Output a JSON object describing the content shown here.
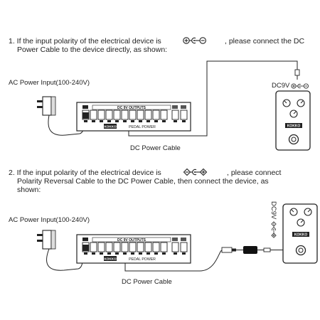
{
  "section1": {
    "line1": "1. If the input polarity of the electrical device is",
    "line1_end": ", please connect the DC",
    "line2": "Power Cable to the device directly, as shown:",
    "ac_label": "AC Power Input(100-240V)",
    "dc_cable_label": "DC Power Cable",
    "pedal_voltage": "DC9V"
  },
  "section2": {
    "line1": "2. If the input polarity of the electrical device is",
    "line1_end": ", please  connect",
    "line2": "Polarity Reversal Cable to the DC Power Cable, then connect the device, as",
    "line3": "shown:",
    "ac_label": "AC Power Input(100-240V)",
    "dc_cable_label": "DC Power Cable",
    "pedal_voltage": "DC9V"
  },
  "power_unit": {
    "title": "DC 9V OUTPUTS",
    "brand": "KOKKO",
    "name": "PEDAL POWER"
  },
  "pedal": {
    "brand": "KOKKO"
  }
}
